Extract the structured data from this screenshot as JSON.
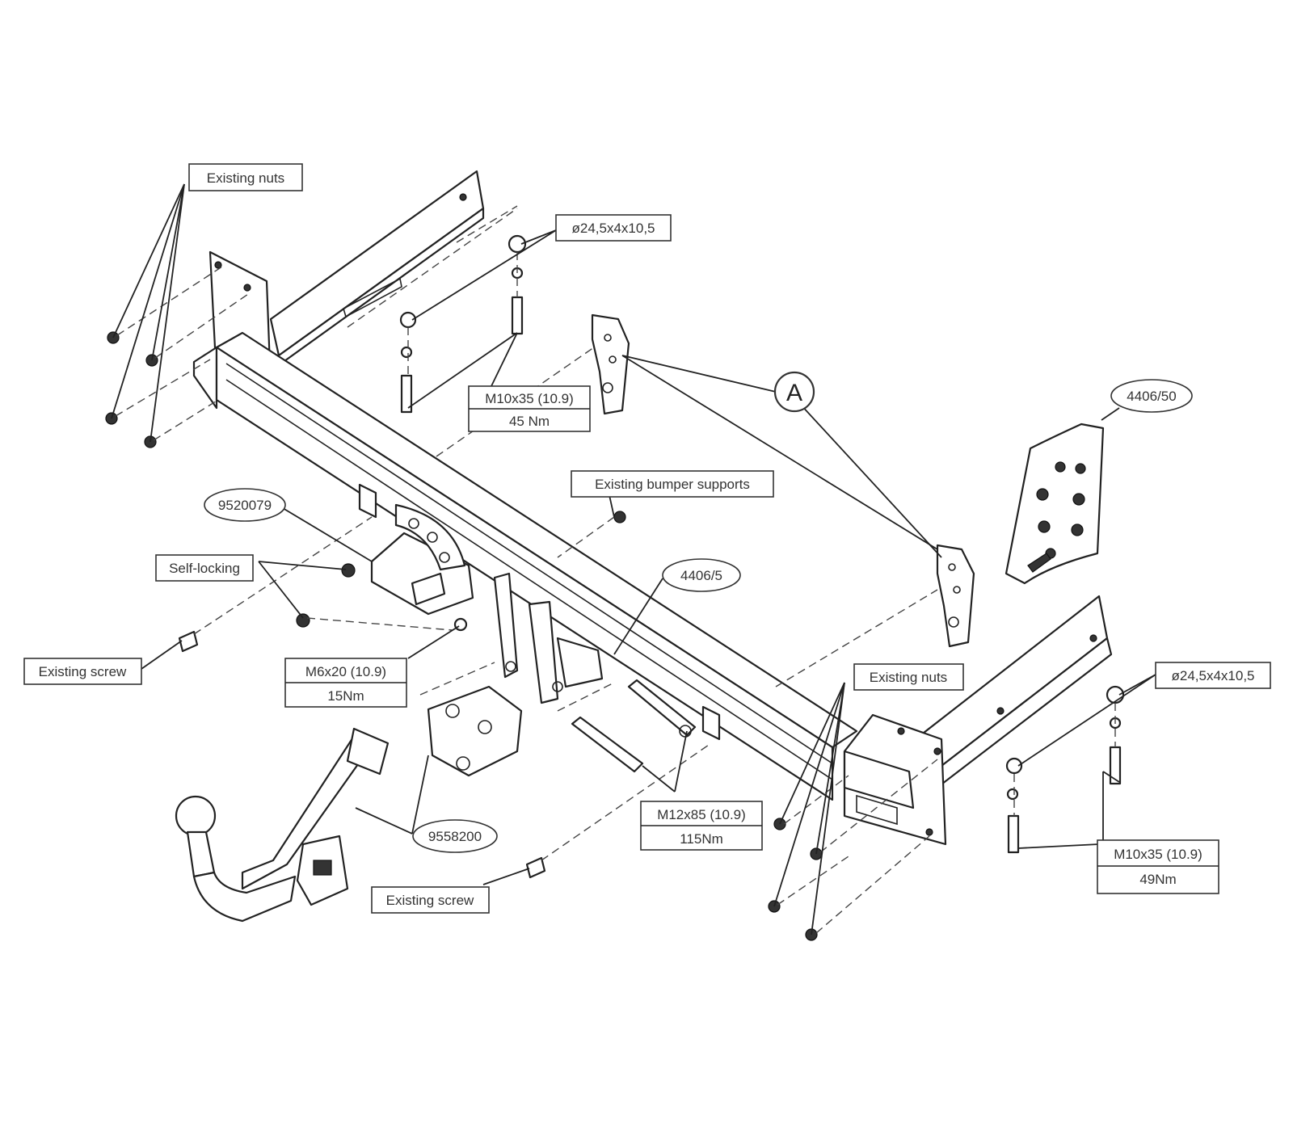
{
  "labels": {
    "existing_nuts": "Existing nuts",
    "washer": "ø24,5x4x10,5",
    "bolt_m10": "M10x35 (10.9)",
    "torque_m10_left": "45 Nm",
    "torque_m10_right": "49Nm",
    "detail_a": "A",
    "part_4406_50": "4406/50",
    "existing_bumper_supports": "Existing bumper supports",
    "part_9520079": "9520079",
    "self_locking": "Self-locking",
    "part_4406_5": "4406/5",
    "existing_screw": "Existing screw",
    "bolt_m6": "M6x20 (10.9)",
    "torque_m6": "15Nm",
    "bolt_m12": "M12x85 (10.9)",
    "torque_m12": "115Nm",
    "part_9558200": "9558200"
  },
  "colors": {
    "line": "#222222",
    "background": "#ffffff"
  }
}
